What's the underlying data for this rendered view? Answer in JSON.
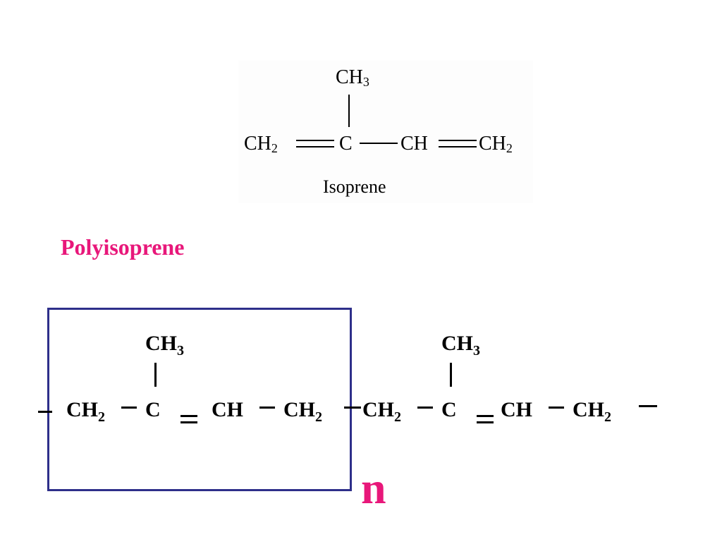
{
  "isoprene": {
    "methyl": "CH",
    "methyl_sub": "3",
    "atom_1": "CH",
    "atom_1_sub": "2",
    "atom_2": "C",
    "atom_3": "CH",
    "atom_4": "CH",
    "atom_4_sub": "2",
    "caption": "Isoprene"
  },
  "polyisoprene": {
    "title": "Polyisoprene",
    "ch": "CH",
    "c": "C",
    "sub2": "2",
    "sub3": "3",
    "repeat_label": "n"
  },
  "colors": {
    "title": "#e8177a",
    "box": "#2e2f8a"
  }
}
